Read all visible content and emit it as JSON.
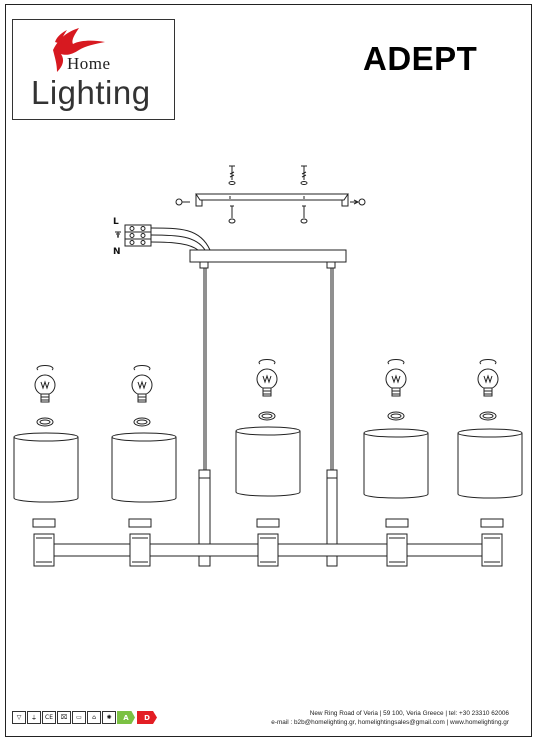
{
  "brand": {
    "name_top": "Home",
    "name_bottom": "Lighting",
    "accent_color": "#d71920"
  },
  "product": {
    "title": "ADEPT"
  },
  "wiring": {
    "labels": [
      "L",
      "N"
    ]
  },
  "footer": {
    "address": "New Ring Road of Veria | 59 100, Veria Greece | tel: +30 23310 62006",
    "contact": "e-mail : b2b@homelighting.gr, homelightingsales@gmail.com | www.homelighting.gr"
  },
  "certifications": {
    "icons": [
      "v-icon",
      "ground-icon",
      "ce-icon",
      "weee-icon",
      "ip20-icon",
      "home-icon",
      "bulb-icon"
    ],
    "energy_classes": [
      "A",
      "D"
    ],
    "energy_colors": [
      "#7bc143",
      "#e31e24"
    ]
  }
}
